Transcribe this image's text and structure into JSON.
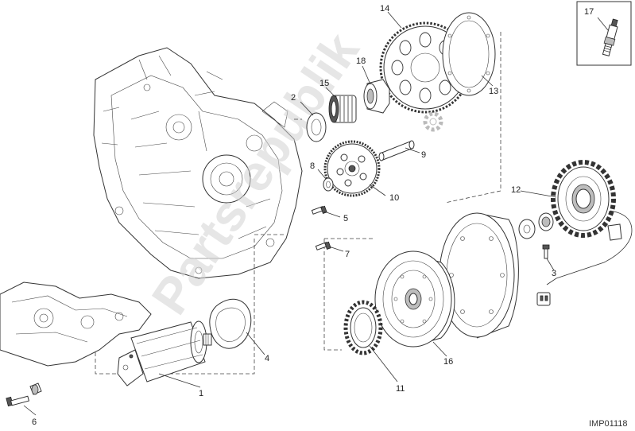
{
  "diagram": {
    "watermark": "Partsrepublik",
    "code": "IMP01118",
    "callouts": [
      {
        "id": "c1",
        "text": "1"
      },
      {
        "id": "c2",
        "text": "2"
      },
      {
        "id": "c3",
        "text": "3"
      },
      {
        "id": "c4",
        "text": "4"
      },
      {
        "id": "c5",
        "text": "5"
      },
      {
        "id": "c6",
        "text": "6"
      },
      {
        "id": "c7",
        "text": "7"
      },
      {
        "id": "c8",
        "text": "8"
      },
      {
        "id": "c9",
        "text": "9"
      },
      {
        "id": "c10",
        "text": "10"
      },
      {
        "id": "c11",
        "text": "11"
      },
      {
        "id": "c12",
        "text": "12"
      },
      {
        "id": "c13",
        "text": "13"
      },
      {
        "id": "c14",
        "text": "14"
      },
      {
        "id": "c15",
        "text": "15"
      },
      {
        "id": "c16",
        "text": "16"
      },
      {
        "id": "c17",
        "text": "17"
      },
      {
        "id": "c18",
        "text": "18"
      }
    ]
  }
}
